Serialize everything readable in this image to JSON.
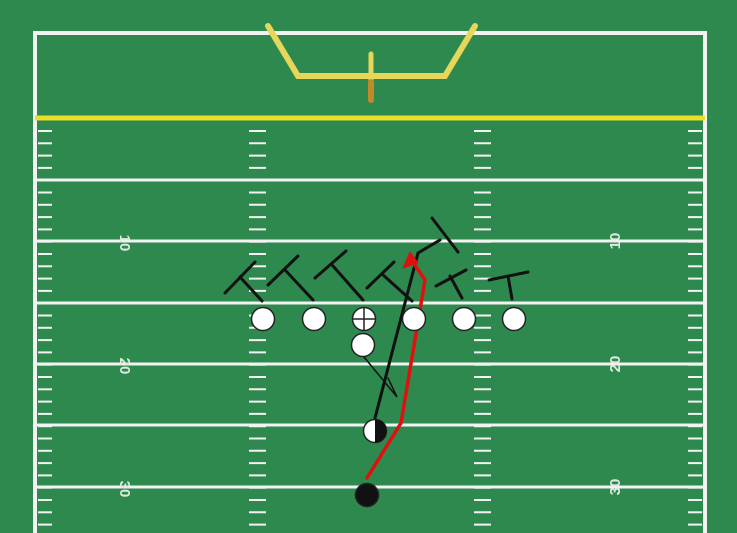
{
  "field": {
    "turf_color": "#2f8c50",
    "line_color": "#f2f2f2",
    "goal_line_color": "#e8e02a",
    "goalpost_color": "#e6d65a"
  },
  "yard_numbers": {
    "left": [
      "10",
      "20",
      "30"
    ],
    "right": [
      "10",
      "20",
      "30"
    ]
  },
  "offense": {
    "players": [
      {
        "role": "left-tackle",
        "symbol": "open-circle"
      },
      {
        "role": "left-guard",
        "symbol": "open-circle"
      },
      {
        "role": "center",
        "symbol": "crossed-circle"
      },
      {
        "role": "right-guard",
        "symbol": "open-circle"
      },
      {
        "role": "right-tackle",
        "symbol": "open-circle"
      },
      {
        "role": "tight-end",
        "symbol": "open-circle"
      },
      {
        "role": "fullback",
        "symbol": "open-circle"
      },
      {
        "role": "halfback",
        "symbol": "half-filled-circle"
      },
      {
        "role": "ball-carrier",
        "symbol": "filled-circle"
      }
    ]
  },
  "routes": {
    "ball_carrier_color": "#e01010",
    "blocking_color": "#111111"
  }
}
